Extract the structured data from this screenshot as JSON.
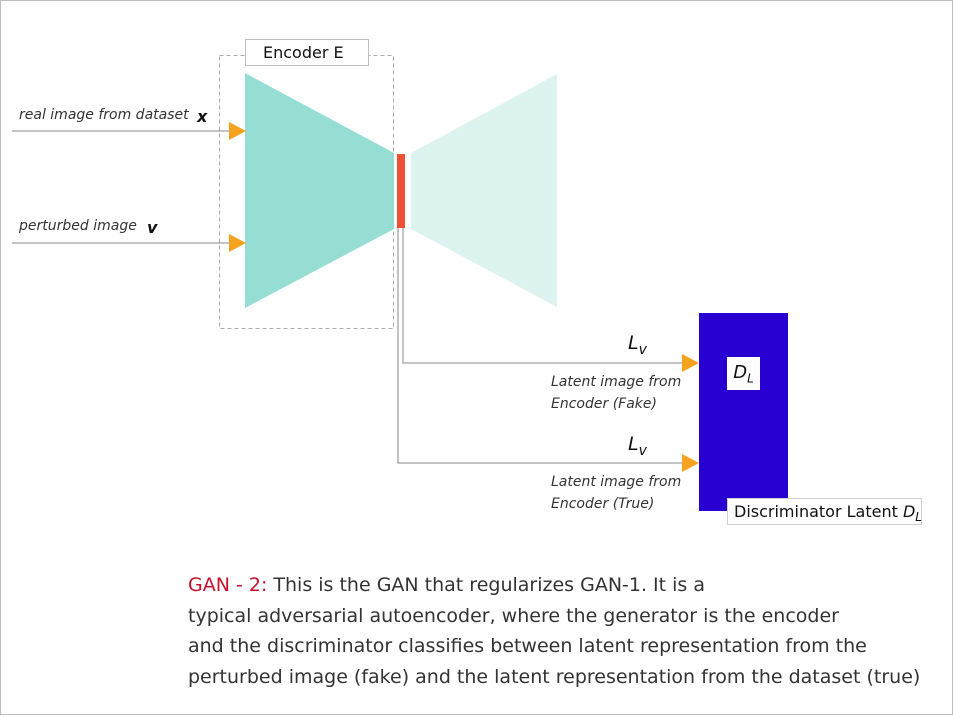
{
  "encoder": {
    "title": "Encoder E"
  },
  "inputs": {
    "real": {
      "label": "real image from dataset",
      "var": "x"
    },
    "perturbed": {
      "label": "perturbed image",
      "var": "v"
    }
  },
  "losses": {
    "fake": {
      "symbol": "L",
      "subscript": "v",
      "desc_line1": "Latent image from",
      "desc_line2": "Encoder (Fake)"
    },
    "true": {
      "symbol": "L",
      "subscript": "v",
      "desc_line1": "Latent image from",
      "desc_line2": "Encoder (True)"
    }
  },
  "discriminator": {
    "box_symbol": "D",
    "box_subscript": "L",
    "label_text": "Discriminator Latent",
    "label_symbol": "D",
    "label_subscript": "L"
  },
  "caption": {
    "highlight": "GAN - 2:",
    "line1": " This is the GAN that regularizes GAN-1. It is a",
    "line2": "typical adversarial autoencoder, where the generator is the encoder",
    "line3": "and the discriminator classifies between latent representation from the",
    "line4": "perturbed image (fake) and the latent representation from the dataset (true)"
  },
  "colors": {
    "encoder_fill": "#96ddd4",
    "decoder_fill": "#ddf3f0",
    "latent_bar": "#ee5135",
    "arrow": "#f5a31e",
    "discriminator": "#2800d2",
    "caption_highlight": "#c8102e"
  }
}
